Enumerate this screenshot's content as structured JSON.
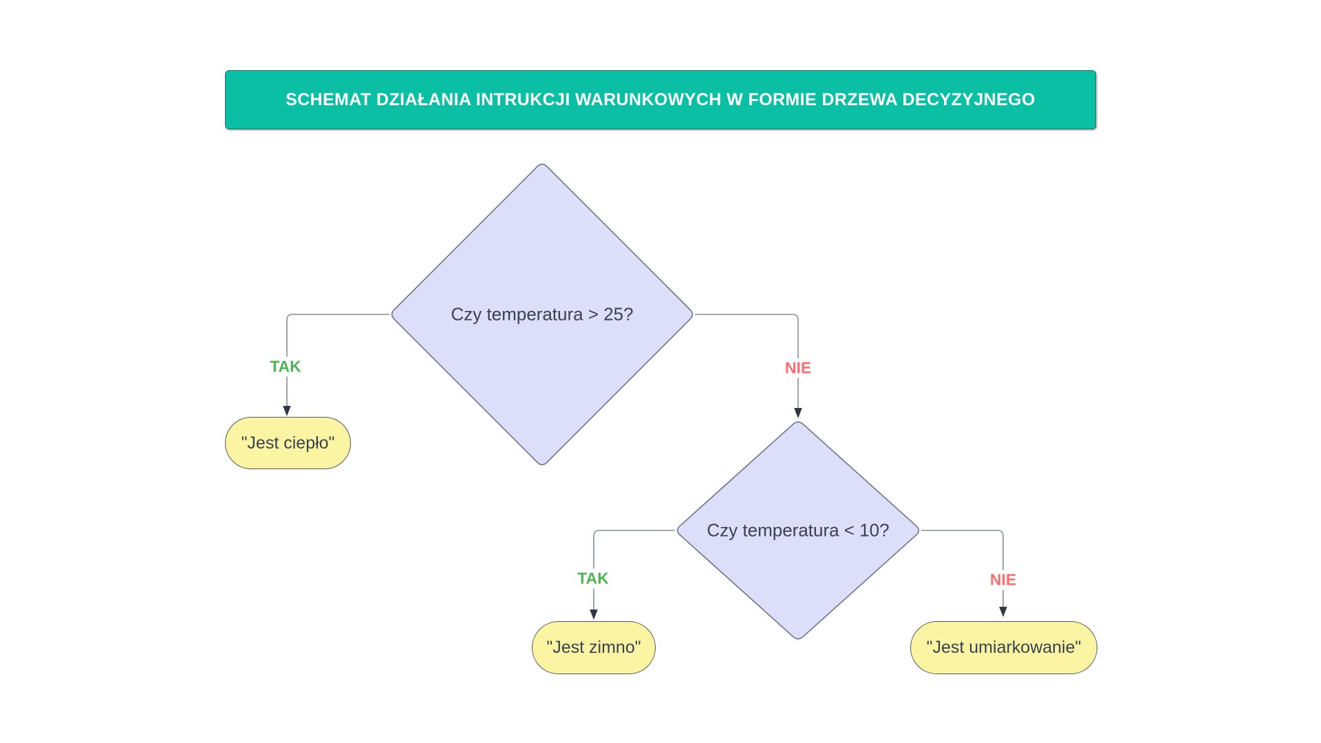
{
  "banner": {
    "title": "SCHEMAT DZIAŁANIA INTRUKCJI WARUNKOWYCH W FORMIE DRZEWA DECYZYJNEGO"
  },
  "nodes": {
    "decision1": {
      "type": "decision",
      "label": "Czy temperatura > 25?"
    },
    "decision2": {
      "type": "decision",
      "label": "Czy temperatura < 10?"
    },
    "result_warm": {
      "type": "result",
      "label": "\"Jest ciepło\""
    },
    "result_cold": {
      "type": "result",
      "label": "\"Jest zimno\""
    },
    "result_moderate": {
      "type": "result",
      "label": "\"Jest umiarkowanie\""
    }
  },
  "edges": {
    "d1_yes": {
      "label": "TAK",
      "from": "decision1",
      "to": "result_warm"
    },
    "d1_no": {
      "label": "NIE",
      "from": "decision1",
      "to": "decision2"
    },
    "d2_yes": {
      "label": "TAK",
      "from": "decision2",
      "to": "result_cold"
    },
    "d2_no": {
      "label": "NIE",
      "from": "decision2",
      "to": "result_moderate"
    }
  },
  "colors": {
    "canvas-bg": "#ffffff",
    "banner-bg": "#0bbfa4",
    "banner-text": "#ffffff",
    "diamond-fill": "#dcdefa",
    "diamond-stroke": "#6b7384",
    "pill-fill": "#fbf5a3",
    "pill-stroke": "#4a5462",
    "node-text": "#39424f",
    "yes-label": "#4cb552",
    "no-label": "#fc6d6d",
    "edge-line": "#858c97",
    "arrowhead": "#2e3744"
  }
}
